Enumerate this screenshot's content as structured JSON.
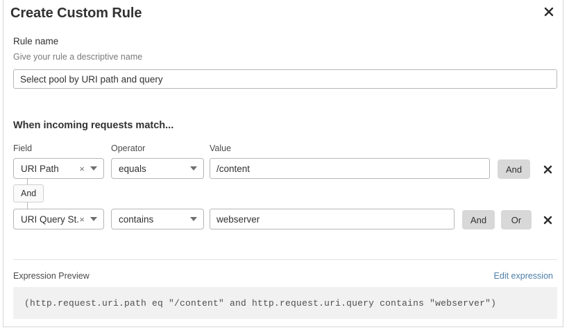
{
  "dialog": {
    "title": "Create Custom Rule",
    "close_icon": "close-icon"
  },
  "rule_name": {
    "label": "Rule name",
    "hint": "Give your rule a descriptive name",
    "value": "Select pool by URI path and query",
    "placeholder": "Select pool by URI path and query"
  },
  "conditions": {
    "heading": "When incoming requests match...",
    "columns": {
      "field": "Field",
      "operator": "Operator",
      "value": "Value"
    },
    "connector_badge": "And",
    "rows": [
      {
        "field": "URI Path",
        "operator": "equals",
        "value": "/content",
        "value_placeholder": "/content",
        "buttons": [
          "And"
        ],
        "remove_icon": "close-icon"
      },
      {
        "field": "URI Query St...",
        "operator": "contains",
        "value": "webserver",
        "value_placeholder": "webserver",
        "buttons": [
          "And",
          "Or"
        ],
        "remove_icon": "close-icon"
      }
    ],
    "clear_icon": "×",
    "caret_icon": "chevron-down-icon"
  },
  "expression": {
    "label": "Expression Preview",
    "edit_link": "Edit expression",
    "code": "(http.request.uri.path eq \"/content\" and http.request.uri.query contains \"webserver\")"
  },
  "colors": {
    "link": "#4d7ea8",
    "button_bg": "#d8d8d8",
    "code_bg": "#f1f1f1",
    "border": "#b6b6b6"
  }
}
